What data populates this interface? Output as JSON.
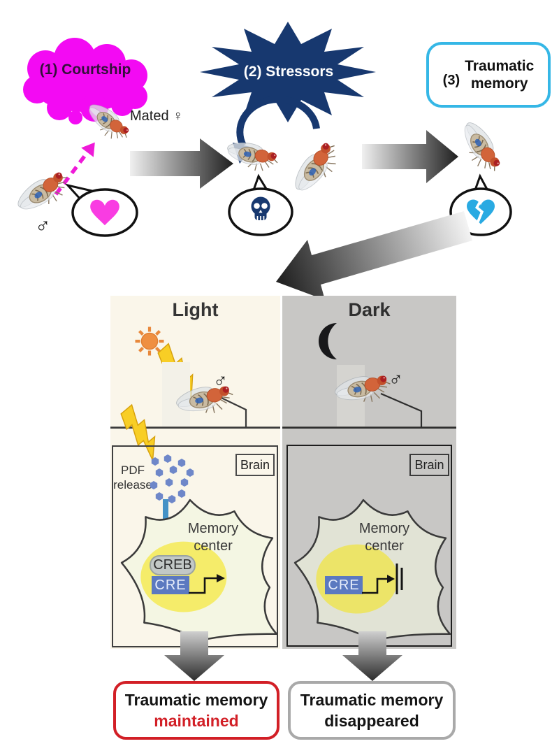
{
  "step1": {
    "label": "(1) Courtship",
    "mated_label": "Mated ♀",
    "male_symbol": "♂"
  },
  "step2": {
    "label": "(2) Stressors"
  },
  "step3": {
    "prefix": "(3)",
    "line1": "Traumatic",
    "line2": "memory"
  },
  "panels": {
    "light": {
      "title": "Light",
      "male_symbol": "♂",
      "brain_label": "Brain",
      "pdf_line1": "PDF",
      "pdf_line2": "release",
      "memory_line1": "Memory",
      "memory_line2": "center",
      "creb_label": "CREB",
      "cre_label": "CRE",
      "outcome_line1": "Traumatic memory",
      "outcome_line2": "maintained"
    },
    "dark": {
      "title": "Dark",
      "male_symbol": "♂",
      "brain_label": "Brain",
      "memory_line1": "Memory",
      "memory_line2": "center",
      "cre_label": "CRE",
      "outcome_line1": "Traumatic memory",
      "outcome_line2": "disappeared"
    }
  },
  "icons": {
    "bubble_step1": "heart-icon",
    "bubble_step2": "skull-icon",
    "bubble_step3": "broken-heart-icon",
    "light_condition": "sun-icon",
    "stress_stimulus": "lightning-icon",
    "dark_condition": "moon-icon"
  },
  "colors": {
    "courtship_magenta": "#f30af3",
    "stressor_navy": "#17386f",
    "traumatic_cyan": "#35b7e6",
    "heart_pink": "#f93ce2",
    "broken_heart_cyan": "#29aae2",
    "lightning_yellow": "#f8ce25",
    "pdf_dot_blue": "#6e87c9",
    "pdf_arrow_blue": "#4592c6",
    "cre_blue": "#5b79c0",
    "creb_gray": "#c2c8c6",
    "memory_glow_yellow": "#f5ec6a",
    "maintained_red": "#d21f26",
    "light_panel_bg": "#faf6ea",
    "dark_panel_bg": "#c8c7c5"
  }
}
